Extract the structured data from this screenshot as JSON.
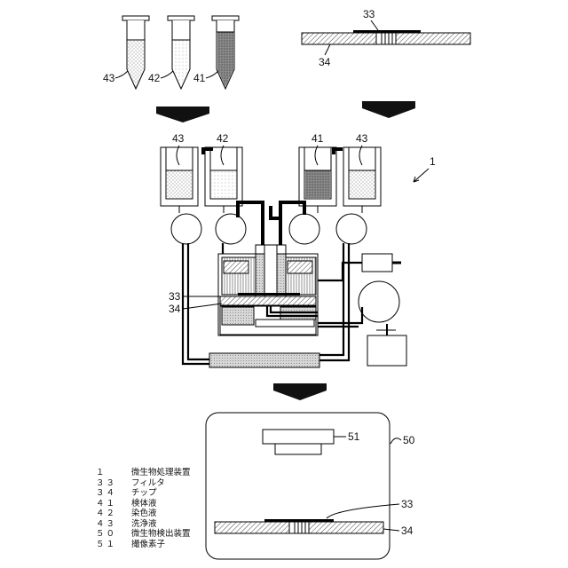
{
  "labels": {
    "tube_43": "43",
    "tube_42": "42",
    "tube_41": "41",
    "chip_top_33": "33",
    "chip_top_34": "34",
    "syringe_43_left": "43",
    "syringe_42": "42",
    "syringe_41": "41",
    "syringe_43_right": "43",
    "apparatus_1": "1",
    "apparatus_33": "33",
    "apparatus_34": "34",
    "detector_51": "51",
    "detector_50": "50",
    "detector_33": "33",
    "detector_34": "34"
  },
  "legend": [
    {
      "num": "１",
      "text": "微生物処理装置"
    },
    {
      "num": "３３",
      "text": "フィルタ"
    },
    {
      "num": "３４",
      "text": "チップ"
    },
    {
      "num": "４１",
      "text": "検体液"
    },
    {
      "num": "４２",
      "text": "染色液"
    },
    {
      "num": "４３",
      "text": "洗浄液"
    },
    {
      "num": "５０",
      "text": "微生物検出装置"
    },
    {
      "num": "５１",
      "text": "撮像素子"
    }
  ]
}
